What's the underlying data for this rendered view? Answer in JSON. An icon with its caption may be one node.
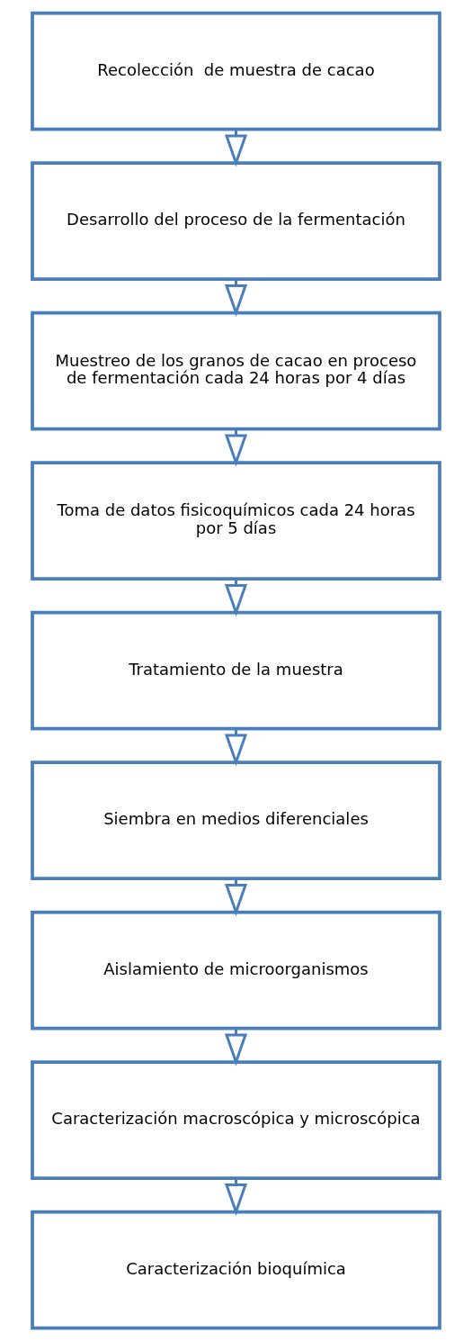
{
  "diagram": {
    "nodes": [
      {
        "text": [
          "Recolección  de muestra de cacao"
        ]
      },
      {
        "text": [
          "Desarrollo del proceso de la fermentación"
        ]
      },
      {
        "text": [
          "Muestreo de los granos de cacao en proceso de fermentación cada 24 horas por 4 días"
        ]
      },
      {
        "text": [
          "Toma de datos fisicoquímicos cada 24 horas por 5 días"
        ]
      },
      {
        "text": [
          "Tratamiento de la muestra"
        ]
      },
      {
        "text": [
          "Siembra en medios diferenciales"
        ]
      },
      {
        "text": [
          "Aislamiento de microorganismos"
        ]
      },
      {
        "text": [
          "Caracterización macroscópica y microscópica"
        ]
      },
      {
        "text": [
          "Caracterización bioquímica"
        ]
      }
    ],
    "edges": [
      {
        "from": 0,
        "to": 1,
        "arrow": "to"
      },
      {
        "from": 1,
        "to": 2,
        "arrow": "to"
      },
      {
        "from": 2,
        "to": 3,
        "arrow": "to"
      },
      {
        "from": 3,
        "to": 4,
        "arrow": "to"
      },
      {
        "from": 4,
        "to": 5,
        "arrow": "to"
      },
      {
        "from": 5,
        "to": 6,
        "arrow": "to"
      },
      {
        "from": 6,
        "to": 7,
        "arrow": "to"
      },
      {
        "from": 7,
        "to": 8,
        "arrow": "to"
      }
    ]
  }
}
